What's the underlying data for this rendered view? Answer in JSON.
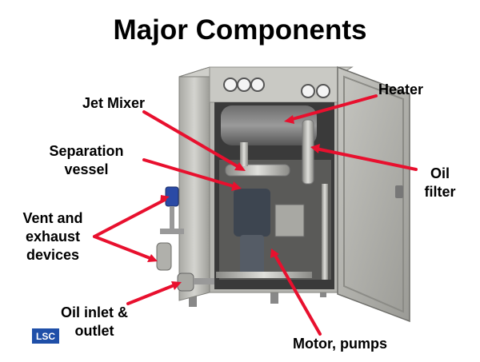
{
  "title": "Major Components",
  "labels": {
    "jet_mixer": [
      "Jet Mixer"
    ],
    "separation_vessel": [
      "Separation",
      "vessel"
    ],
    "vent_exhaust": [
      "Vent and",
      "exhaust",
      "devices"
    ],
    "oil_inlet_outlet": [
      "Oil inlet &",
      "outlet"
    ],
    "heater": [
      "Heater"
    ],
    "oil_filter": [
      "Oil",
      "filter"
    ],
    "motor_pumps": [
      "Motor, pumps"
    ]
  },
  "logo": {
    "text": "LSC"
  },
  "colors": {
    "arrow": "#e8102e",
    "steel": "#b9b9b4",
    "steel_dark": "#8f8f8a",
    "interior": "#3a3a3a",
    "motor": "#3d4550"
  },
  "icons": [
    "arrow-icon",
    "gauge-icon",
    "cabinet-image",
    "logo-icon"
  ]
}
